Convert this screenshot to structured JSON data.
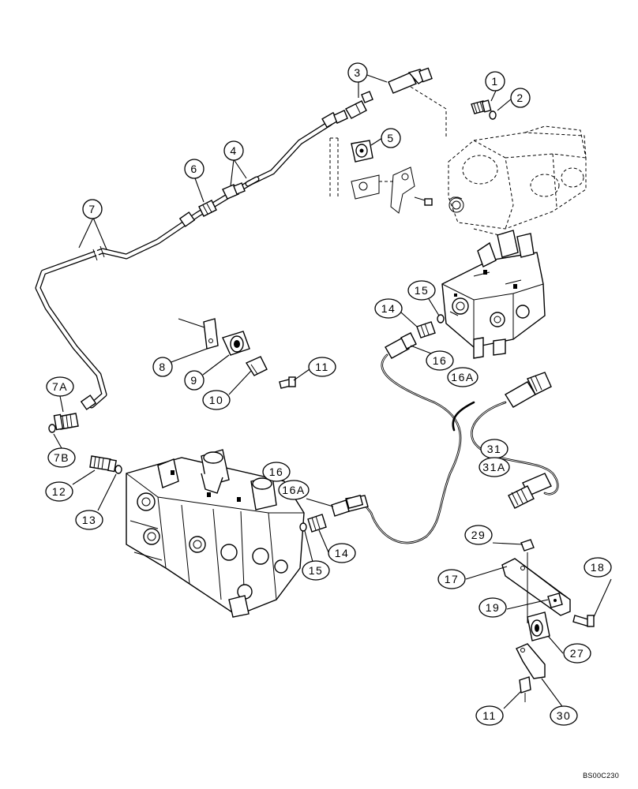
{
  "drawing_code": "BS00C230",
  "callouts": [
    {
      "id": "c1",
      "label": "1"
    },
    {
      "id": "c2",
      "label": "2"
    },
    {
      "id": "c3",
      "label": "3"
    },
    {
      "id": "c4",
      "label": "4"
    },
    {
      "id": "c5",
      "label": "5"
    },
    {
      "id": "c6",
      "label": "6"
    },
    {
      "id": "c7",
      "label": "7"
    },
    {
      "id": "c7a",
      "label": "7A"
    },
    {
      "id": "c7b",
      "label": "7B"
    },
    {
      "id": "c8",
      "label": "8"
    },
    {
      "id": "c9",
      "label": "9"
    },
    {
      "id": "c10",
      "label": "10"
    },
    {
      "id": "c11a",
      "label": "11"
    },
    {
      "id": "c11b",
      "label": "11"
    },
    {
      "id": "c12",
      "label": "12"
    },
    {
      "id": "c13",
      "label": "13"
    },
    {
      "id": "c14a",
      "label": "14"
    },
    {
      "id": "c14b",
      "label": "14"
    },
    {
      "id": "c15a",
      "label": "15"
    },
    {
      "id": "c15b",
      "label": "15"
    },
    {
      "id": "c16a",
      "label": "16"
    },
    {
      "id": "c16aa",
      "label": "16A"
    },
    {
      "id": "c16b",
      "label": "16"
    },
    {
      "id": "c16ab",
      "label": "16A"
    },
    {
      "id": "c17",
      "label": "17"
    },
    {
      "id": "c18",
      "label": "18"
    },
    {
      "id": "c19",
      "label": "19"
    },
    {
      "id": "c27",
      "label": "27"
    },
    {
      "id": "c29",
      "label": "29"
    },
    {
      "id": "c30",
      "label": "30"
    },
    {
      "id": "c31",
      "label": "31"
    },
    {
      "id": "c31a",
      "label": "31A"
    }
  ]
}
